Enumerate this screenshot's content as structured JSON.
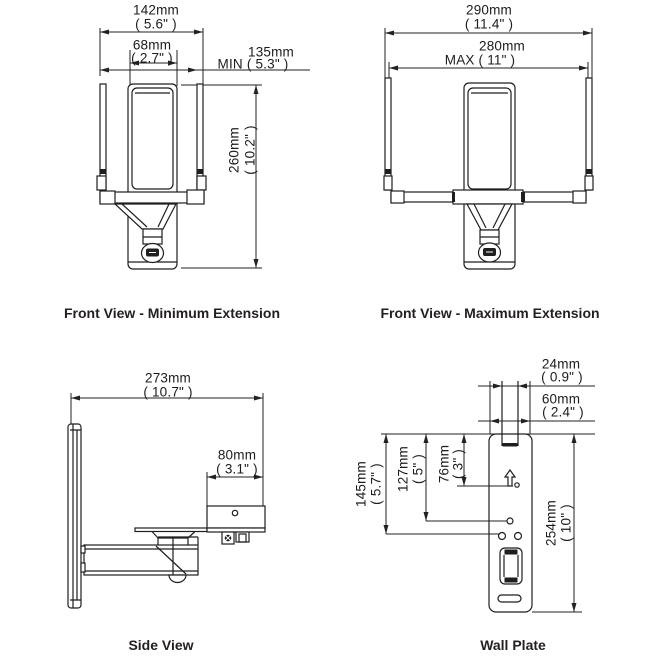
{
  "title": "Speaker wall mount dimension diagram",
  "colors": {
    "background": "#ffffff",
    "line": "#1f1f1f",
    "text": "#1c1c1c"
  },
  "views": {
    "front_min": {
      "caption": "Front View - Minimum Extension",
      "dims": {
        "width_outer": {
          "mm": "142mm",
          "in": "( 5.6\" )"
        },
        "width_inner": {
          "mm": "68mm",
          "in": "( 2.7\" )"
        },
        "width_min": {
          "mm": "135mm",
          "in": "MIN  ( 5.3\" )"
        },
        "height": {
          "mm": "260mm",
          "in": "( 10.2\" )"
        }
      }
    },
    "front_max": {
      "caption": "Front View - Maximum Extension",
      "dims": {
        "width_outer": {
          "mm": "290mm",
          "in": "( 11.4\" )"
        },
        "width_max": {
          "mm": "280mm",
          "in": "MAX  ( 11\" )"
        }
      }
    },
    "side": {
      "caption": "Side View",
      "dims": {
        "depth": {
          "mm": "273mm",
          "in": "( 10.7\" )"
        },
        "bracket_depth": {
          "mm": "80mm",
          "in": "( 3.1\" )"
        }
      }
    },
    "wall_plate": {
      "caption": "Wall Plate",
      "dims": {
        "slot_width": {
          "mm": "24mm",
          "in": "( 0.9\" )"
        },
        "plate_width": {
          "mm": "60mm",
          "in": "( 2.4\" )"
        },
        "hole_145": {
          "mm": "145mm",
          "in": "( 5.7\" )"
        },
        "hole_127": {
          "mm": "127mm",
          "in": "( 5\" )"
        },
        "hole_76": {
          "mm": "76mm",
          "in": "( 3\" )"
        },
        "plate_height": {
          "mm": "254mm",
          "in": "( 10\" )"
        }
      }
    }
  }
}
